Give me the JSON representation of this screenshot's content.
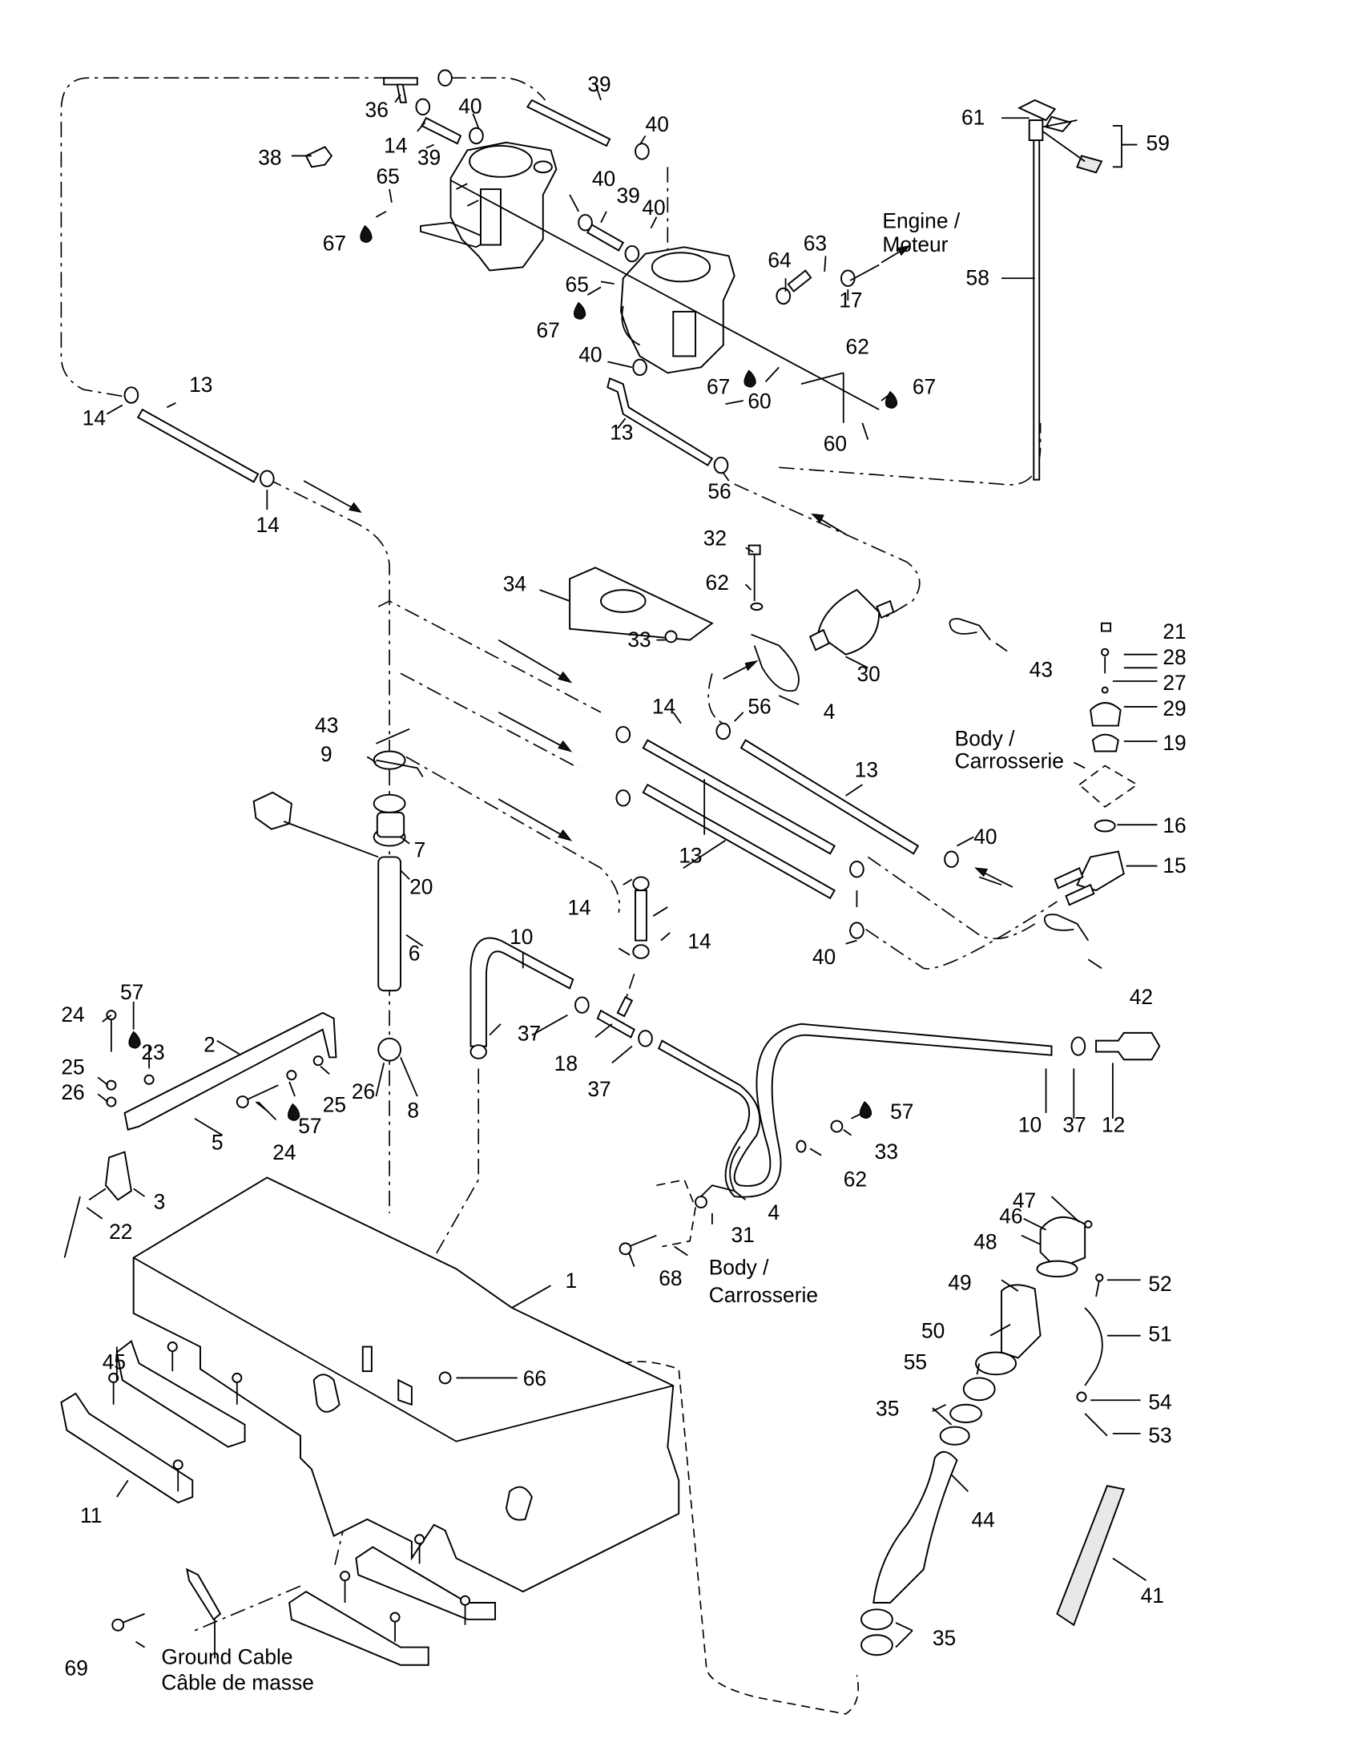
{
  "title": "Fuel System exploded parts diagram",
  "labels": {
    "l1": "1",
    "l2": "2",
    "l3": "3",
    "l4a": "4",
    "l4b": "4",
    "l5": "5",
    "l6": "6",
    "l7": "7",
    "l8": "8",
    "l9": "9",
    "l10a": "10",
    "l10b": "10",
    "l11": "11",
    "l12": "12",
    "l13a": "13",
    "l13b": "13",
    "l13c": "13",
    "l13d": "13",
    "l14a": "14",
    "l14b": "14",
    "l14c": "14",
    "l14d": "14",
    "l14e": "14",
    "l14f": "14",
    "l15": "15",
    "l16": "16",
    "l17": "17",
    "l18": "18",
    "l19": "19",
    "l20": "20",
    "l21": "21",
    "l22": "22",
    "l23": "23",
    "l24a": "24",
    "l24b": "24",
    "l25a": "25",
    "l25b": "25",
    "l26a": "26",
    "l26b": "26",
    "l27": "27",
    "l28": "28",
    "l29": "29",
    "l30": "30",
    "l31": "31",
    "l32": "32",
    "l33a": "33",
    "l33b": "33",
    "l34": "34",
    "l35a": "35",
    "l35b": "35",
    "l36": "36",
    "l37a": "37",
    "l37b": "37",
    "l37c": "37",
    "l38": "38",
    "l39a": "39",
    "l39b": "39",
    "l39c": "39",
    "l40a": "40",
    "l40b": "40",
    "l40c": "40",
    "l40d": "40",
    "l40e": "40",
    "l40f": "40",
    "l40g": "40",
    "l41": "41",
    "l42": "42",
    "l43a": "43",
    "l43b": "43",
    "l44": "44",
    "l45": "45",
    "l46": "46",
    "l47": "47",
    "l48": "48",
    "l49": "49",
    "l50": "50",
    "l51": "51",
    "l52": "52",
    "l53": "53",
    "l54": "54",
    "l55": "55",
    "l56a": "56",
    "l56b": "56",
    "l57a": "57",
    "l57b": "57",
    "l57c": "57",
    "l58": "58",
    "l59": "59",
    "l60a": "60",
    "l60b": "60",
    "l61": "61",
    "l62a": "62",
    "l62b": "62",
    "l62c": "62",
    "l63": "63",
    "l64": "64",
    "l65a": "65",
    "l65b": "65",
    "l66": "66",
    "l67a": "67",
    "l67b": "67",
    "l67c": "67",
    "l67d": "67",
    "l68": "68",
    "l69": "69"
  },
  "annotations": {
    "engine_line1": "Engine /",
    "engine_line2": "Moteur",
    "body1_line1": "Body /",
    "body1_line2": "Carrosserie",
    "body2_line1": "Body /",
    "body2_line2": "Carrosserie",
    "ground_line1": "Ground Cable",
    "ground_line2": "Câble de masse"
  },
  "icons": {
    "lubricant": "oil-drop-icon",
    "flow": "flow-arrow-icon"
  }
}
